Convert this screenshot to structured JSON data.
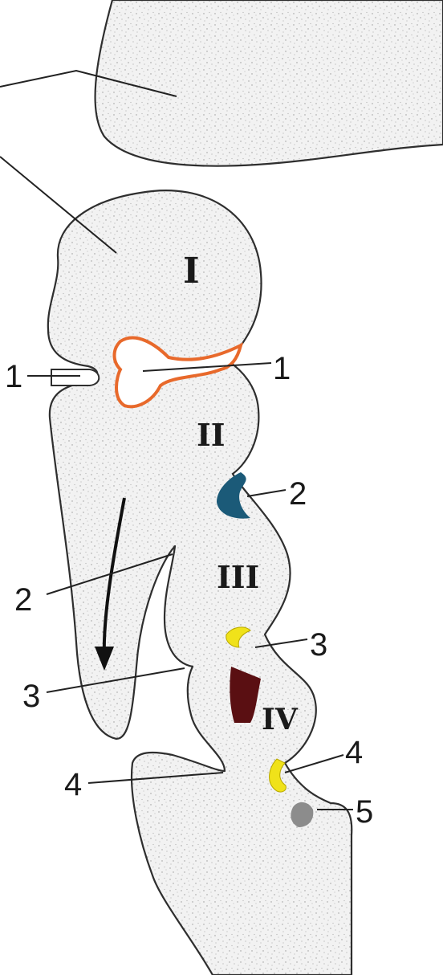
{
  "diagram": {
    "segment_labels": [
      "I",
      "II",
      "III",
      "IV"
    ],
    "number_labels": {
      "one_left": "1",
      "one_right": "1",
      "two_left": "2",
      "two_right": "2",
      "three_left": "3",
      "three_right": "3",
      "four_left": "4",
      "four_right": "4",
      "five_right": "5"
    },
    "colors": {
      "stipple_background": "#f1f1f1",
      "outline": "#2e2e2e",
      "region_1": "#e8692b",
      "region_2": "#1b5a78",
      "region_3": "#f0e21a",
      "region_4_dark": "#5a0f12",
      "region_4": "#f0e21a",
      "region_5": "#8c8c8c"
    }
  }
}
